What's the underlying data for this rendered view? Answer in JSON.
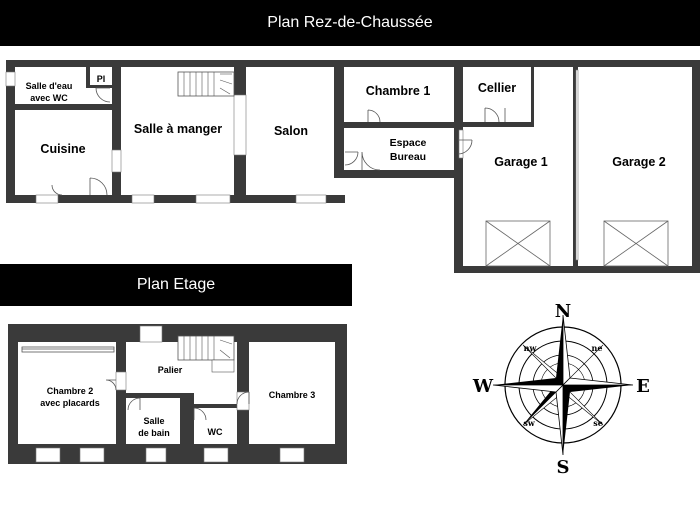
{
  "headers": {
    "ground_floor": "Plan Rez-de-Chaussée",
    "upper_floor": "Plan Etage"
  },
  "ground_floor_rooms": {
    "salle_deau_line1": "Salle d'eau",
    "salle_deau_line2": "avec WC",
    "placard": "Pl",
    "cuisine": "Cuisine",
    "salle_a_manger": "Salle à manger",
    "salon": "Salon",
    "chambre_1": "Chambre 1",
    "espace_bureau_line1": "Espace",
    "espace_bureau_line2": "Bureau",
    "cellier": "Cellier",
    "garage_1": "Garage 1",
    "garage_2": "Garage 2"
  },
  "upper_floor_rooms": {
    "chambre_2_line1": "Chambre 2",
    "chambre_2_line2": "avec placards",
    "palier": "Palier",
    "salle_de_bain_line1": "Salle",
    "salle_de_bain_line2": "de bain",
    "wc": "WC",
    "chambre_3": "Chambre 3"
  },
  "compass": {
    "north": "N",
    "south": "S",
    "east": "E",
    "west": "W",
    "northeast": "ne",
    "northwest": "nw",
    "southeast": "se",
    "southwest": "sw"
  },
  "colors": {
    "wall": "#3a3a3a",
    "banner": "#000000",
    "banner_text": "#ffffff"
  }
}
